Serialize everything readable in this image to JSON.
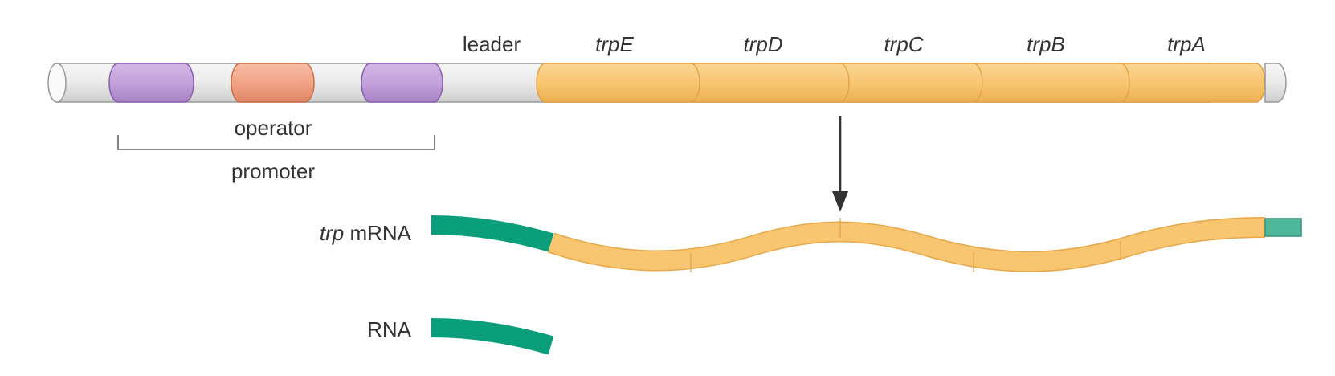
{
  "labels": {
    "leader": "leader",
    "operator": "operator",
    "promoter": "promoter",
    "trp_mrna_italic": "trp",
    "trp_mrna_rest": " mRNA",
    "rna": "RNA"
  },
  "genes": [
    "trpE",
    "trpD",
    "trpC",
    "trpB",
    "trpA"
  ],
  "colors": {
    "dna_white": "#e9e9e9",
    "promoter_purple": "#c6a5dc",
    "operator_salmon": "#f4a88a",
    "gene_orange": "#f8c671",
    "leader_green": "#0a9e7a",
    "arrow": "#333333"
  }
}
